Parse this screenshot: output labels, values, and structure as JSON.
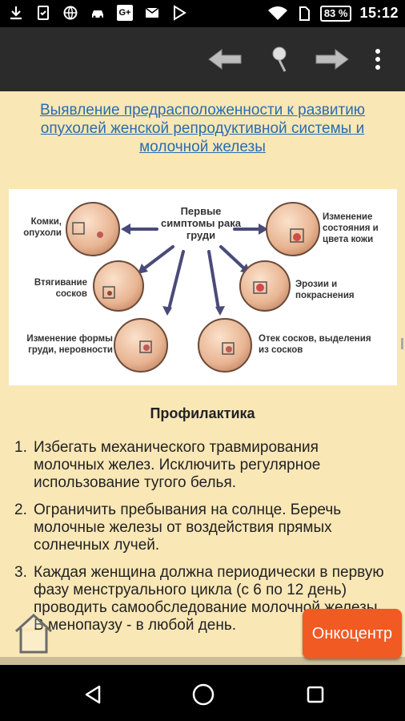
{
  "status_bar": {
    "icons": [
      "download-icon",
      "clipboard-check-icon",
      "globe-icon",
      "car-icon",
      "google-plus-icon",
      "envelope-icon",
      "play-store-icon",
      "wifi-icon",
      "sim-icon",
      "battery-icon"
    ],
    "google_plus_text": "G+",
    "battery": "83 %",
    "time": "15:12"
  },
  "toolbar": {
    "icons": [
      "arrow-left-icon",
      "pin-icon",
      "arrow-right-icon",
      "more-vertical-icon"
    ]
  },
  "article": {
    "title": "Выявление предрасположенности к развитию опухолей женской репродуктивной системы и молочной железы",
    "figure": {
      "center_label": "Первые симптомы рака груди",
      "labels": {
        "lumps": "Комки, опухоли",
        "retraction": "Втягивание сосков",
        "shape": "Изменение формы груди, неровности",
        "skin": "Изменение состояния и цвета кожи",
        "erosion": "Эрозии и покраснения",
        "swelling": "Отек сосков, выделения из сосков"
      }
    },
    "section_heading": "Профилактика",
    "list": [
      {
        "num": "1.",
        "text": "Избегать механического травмирования молочных желез. Исключить регулярное использование тугого белья."
      },
      {
        "num": "2.",
        "text": "Ограничить пребывания на солнце. Беречь молочные железы от воздействия прямых солнечных лучей."
      },
      {
        "num": "3.",
        "text": "Каждая женщина должна периодически в первую фазу менструального цикла (с 6 по 12 день) проводить самообследование молочной железы. В менопаузу - в любой день."
      }
    ]
  },
  "floating": {
    "oncocenter_label": "Онкоцентр"
  },
  "nav_bar": {
    "icons": [
      "back-triangle-icon",
      "home-circle-icon",
      "recents-square-icon"
    ]
  }
}
